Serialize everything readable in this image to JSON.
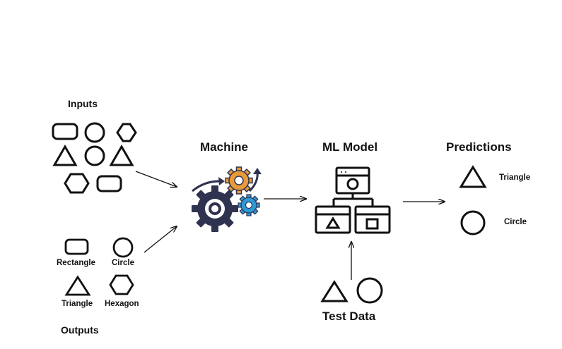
{
  "inputs": {
    "title": "Inputs"
  },
  "outputs": {
    "title": "Outputs",
    "labels": [
      "Rectangle",
      "Circle",
      "Triangle",
      "Hexagon"
    ]
  },
  "machine": {
    "title": "Machine"
  },
  "model": {
    "title": "ML Model"
  },
  "predictions": {
    "title": "Predictions",
    "items": [
      "Triangle",
      "Circle"
    ]
  },
  "test_data": {
    "title": "Test Data"
  },
  "colors": {
    "ink": "#111111",
    "gear_dark": "#2f3350",
    "gear_orange": "#e89b3a",
    "gear_blue": "#2c9ad6"
  }
}
